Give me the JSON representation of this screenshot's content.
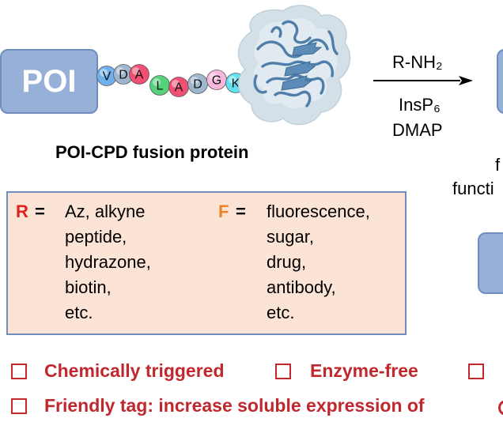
{
  "poi_label": "POI",
  "peptide_beads": [
    {
      "letter": "V",
      "color": "#6fb0ee"
    },
    {
      "letter": "D",
      "color": "#9fb6cf"
    },
    {
      "letter": "A",
      "color": "#ee4f72"
    },
    {
      "letter": "L",
      "color": "#56d27b"
    },
    {
      "letter": "A",
      "color": "#ee4f72"
    },
    {
      "letter": "D",
      "color": "#9fb6cf"
    },
    {
      "letter": "G",
      "color": "#f7b6dc"
    },
    {
      "letter": "K",
      "color": "#5fe0ef"
    }
  ],
  "fusion_caption": "POI-CPD fusion protein",
  "reaction": {
    "top": "R-NH₂",
    "bottom1": "InsP₆",
    "bottom2": "DMAP"
  },
  "cut_text": {
    "line1": "f",
    "line2": "functi"
  },
  "legend": {
    "r_key": "R",
    "r_eq": "=",
    "r_items": [
      "Az, alkyne",
      "peptide,",
      "hydrazone,",
      "biotin,",
      "etc."
    ],
    "f_key": "F",
    "f_eq": "=",
    "f_items": [
      "fluorescence,",
      "sugar,",
      "drug,",
      "antibody,",
      "etc."
    ],
    "r_color": "#e0201c",
    "f_color": "#f07f2a"
  },
  "features": {
    "row1": [
      "Chemically triggered",
      "Enzyme-free"
    ],
    "row2": "Friendly tag: increase soluble expression of"
  },
  "colors": {
    "poi_fill": "#97b0d8",
    "poi_border": "#6f8dbd",
    "legend_fill": "#fbe4d6",
    "feature_red": "#c0282d",
    "protein_blue": "#4f7eaa"
  }
}
